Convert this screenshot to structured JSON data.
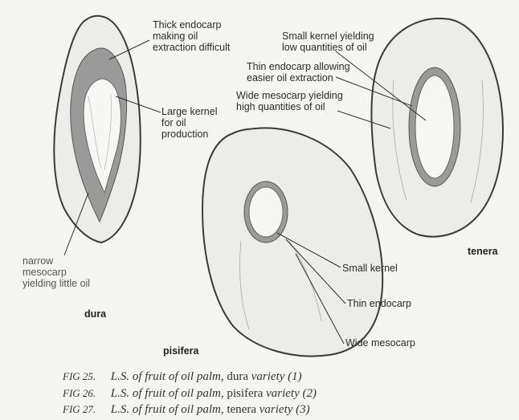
{
  "labels": {
    "thick_endocarp": [
      "Thick endocarp",
      "making oil",
      "extraction difficult"
    ],
    "large_kernel": [
      "Large kernel",
      "for oil",
      "production"
    ],
    "narrow_mesocarp": [
      "narrow",
      "mesocarp",
      "yielding little oil"
    ],
    "small_kernel_low": [
      "Small kernel yielding",
      "low quantities of oil"
    ],
    "thin_endocarp_allowing": [
      "Thin endocarp allowing",
      "easier oil extraction"
    ],
    "wide_mesocarp_high": [
      "Wide mesocarp yielding",
      "high quantities of oil"
    ],
    "small_kernel": "Small kernel",
    "thin_endocarp": "Thin endocarp",
    "wide_mesocarp": "Wide mesocarp"
  },
  "varieties": {
    "dura": "dura",
    "pisifera": "pisifera",
    "tenera": "tenera"
  },
  "captions": [
    {
      "num": "FIG 25.",
      "lead": "L.S. of fruit of oil palm,",
      "variety": "dura",
      "tail": "variety (1)"
    },
    {
      "num": "FIG 26.",
      "lead": "L.S. of fruit of oil palm,",
      "variety": "pisifera",
      "tail": "variety (2)"
    },
    {
      "num": "FIG 27.",
      "lead": "L.S. of fruit of oil palm,",
      "variety": "tenera",
      "tail": "variety (3)"
    }
  ],
  "colors": {
    "endocarp": "#9a9a9a",
    "kernel": "#f6f6f4",
    "mesocarp": "#ececea",
    "outline": "#3a3a3a",
    "page": "#f4f4f2"
  }
}
